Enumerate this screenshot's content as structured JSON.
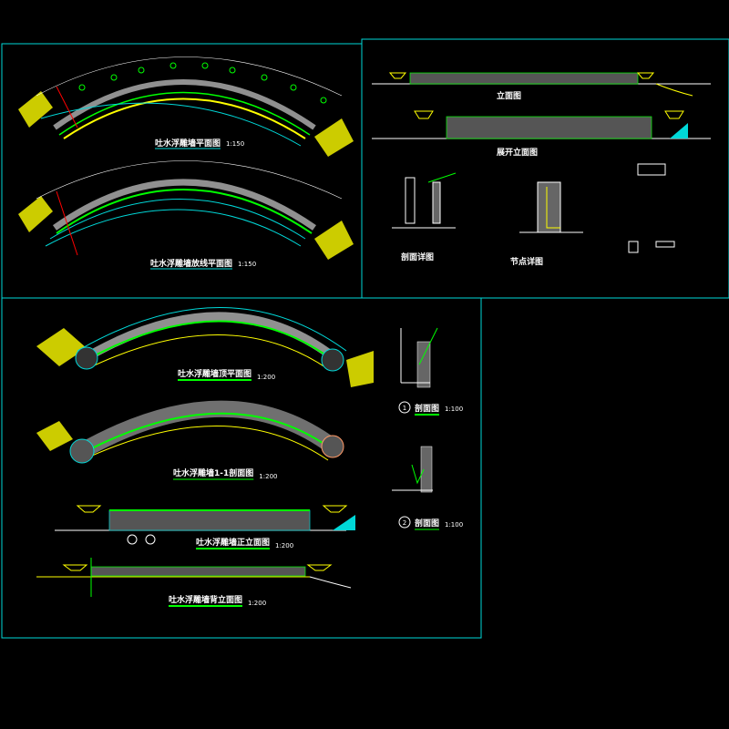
{
  "colors": {
    "background": "#000000",
    "frame": "#00d8d8",
    "green": "#00ff00",
    "yellow": "#ffff00",
    "gray": "#808080",
    "white": "#ffffff",
    "magenta": "#c000c0",
    "red": "#ff0000"
  },
  "sheet1": {
    "plan_title": "吐水浮雕墙平面图",
    "plan_scale": "1:150",
    "layout_title": "吐水浮雕墙放线平面图",
    "layout_scale": "1:150"
  },
  "sheet2": {
    "elev_a_title": "立面图",
    "elev_b_title": "展开立面图",
    "detail_a_title": "剖面详图",
    "detail_b_title": "节点详图"
  },
  "sheet3": {
    "top_plan_title": "吐水浮雕墙顶平面图",
    "top_plan_scale": "1:200",
    "section_plan_title": "吐水浮雕墙1-1剖面图",
    "section_plan_scale": "1:200",
    "front_elev_title": "吐水浮雕墙正立面图",
    "front_elev_scale": "1:200",
    "back_elev_title": "吐水浮雕墙背立面图",
    "back_elev_scale": "1:200",
    "section1_num": "1",
    "section1_title": "剖面图",
    "section1_scale": "1:100",
    "section2_num": "2",
    "section2_title": "剖面图",
    "section2_scale": "1:100"
  }
}
